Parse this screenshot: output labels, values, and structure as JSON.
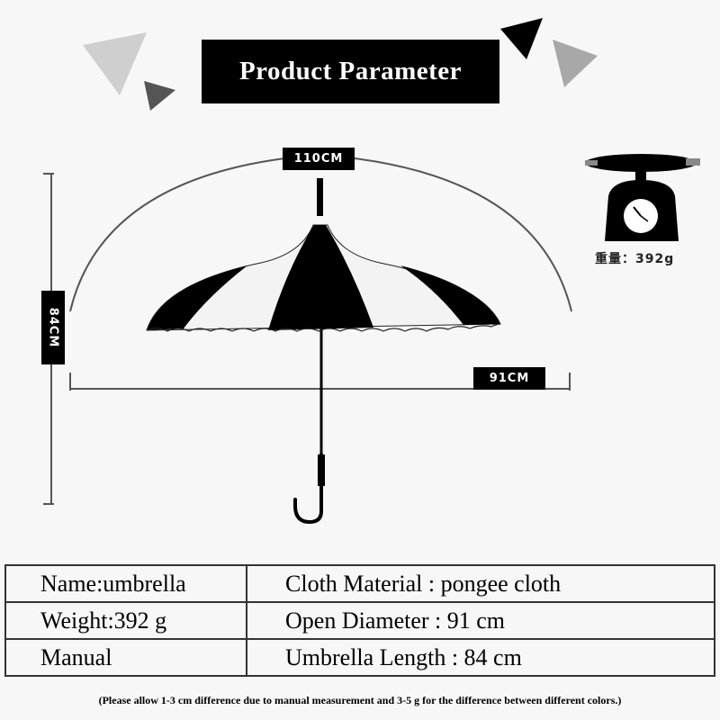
{
  "title": "Product Parameter",
  "dimensions": {
    "arc_length": "110CM",
    "length": "84CM",
    "diameter": "91CM"
  },
  "weight_label": "重量：392g",
  "params": [
    [
      "Name:umbrella",
      "Cloth Material : pongee cloth"
    ],
    [
      "Weight:392 g",
      "Open Diameter : 91 cm"
    ],
    [
      "Manual",
      "Umbrella Length : 84 cm"
    ]
  ],
  "note": "(Please allow 1-3 cm difference due to manual measurement and 3-5 g for the difference between different colors.)",
  "colors": {
    "background": "#f7f7f7",
    "primary": "#000000",
    "accent_light": "#cfcfcf",
    "accent_mid": "#a8a8a8"
  }
}
